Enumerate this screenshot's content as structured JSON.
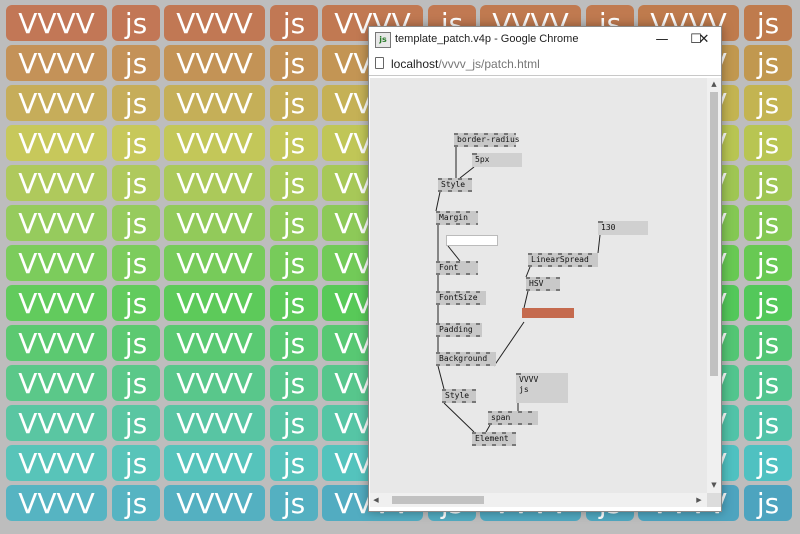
{
  "background": {
    "labels": [
      "VVVV",
      "js"
    ],
    "rows": 13,
    "column_pairs": 5
  },
  "window": {
    "title": "template_patch.v4p - Google Chrome",
    "minimize_glyph": "—",
    "maximize_glyph": "☐",
    "close_glyph": "✕",
    "url_host": "localhost",
    "url_path": "/vvvv_js/patch.html"
  },
  "patch": {
    "nodes": {
      "border_radius": "border-radius",
      "spx": "5px",
      "style_top": "Style",
      "margin": "Margin",
      "font": "Font",
      "fontsize": "FontSize",
      "padding": "Padding",
      "background": "Background",
      "style_bottom": "Style",
      "element": "Element",
      "linearspread": "LinearSpread",
      "hsv": "HSV",
      "span": "span",
      "value_130": "130",
      "vvvv_js": "VVVV\njs"
    },
    "colors": {
      "node_fill": "#c8c8c8",
      "link": "#222222",
      "color_box": "#c56a4e",
      "canvas": "#e8e8e8"
    }
  }
}
